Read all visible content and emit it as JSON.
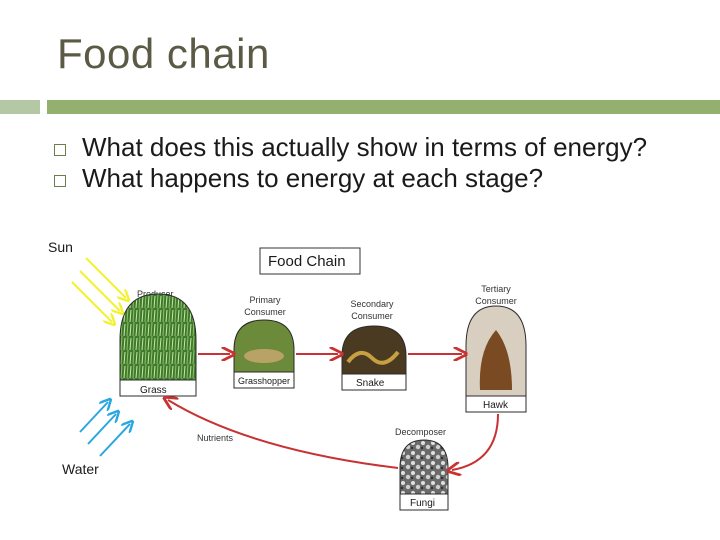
{
  "slide": {
    "title": "Food chain",
    "bullets": [
      "What does this actually show in terms of energy?",
      "What happens to energy at each stage?"
    ]
  },
  "diagram": {
    "heading": "Food Chain",
    "sun_label": "Sun",
    "water_label": "Water",
    "nutrients_label": "Nutrients",
    "stages": [
      {
        "role": "Producer",
        "organism": "Grass"
      },
      {
        "role": "Primary Consumer",
        "organism": "Grasshopper"
      },
      {
        "role": "Secondary Consumer",
        "organism": "Snake"
      },
      {
        "role": "Tertiary Consumer",
        "organism": "Hawk"
      },
      {
        "role": "Decomposer",
        "organism": "Fungi"
      }
    ],
    "colors": {
      "arrow": "#c83232",
      "sun_ray": "#f2f232",
      "water_ray": "#2aa7e0",
      "title_text": "#5b5b45",
      "accent_bar": "#93b06e"
    }
  }
}
